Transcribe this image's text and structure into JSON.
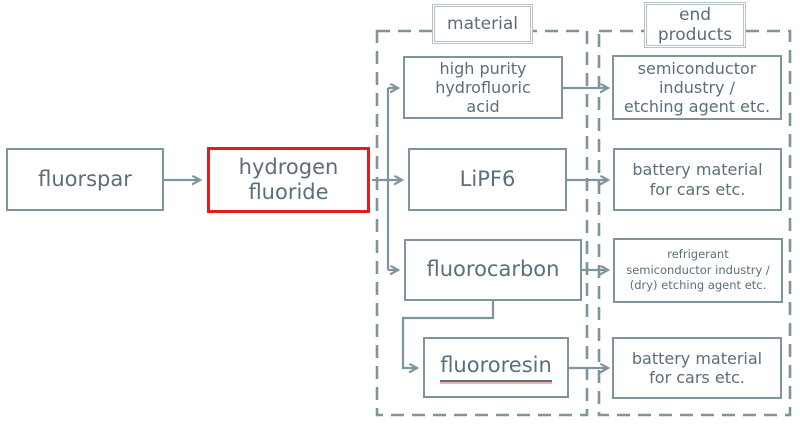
{
  "diagram": {
    "description": "fluorine supply chain flow diagram",
    "colors": {
      "stroke": "#7e959d",
      "text": "#5a6f7a",
      "highlight_border": "#e51c1c",
      "group_label_border": "#b7c3c6",
      "background": "#ffffff"
    },
    "groups": {
      "material": {
        "label": "material"
      },
      "end_products": {
        "lines": [
          "end",
          "products"
        ]
      }
    },
    "nodes": {
      "fluorspar": {
        "label": "fluorspar"
      },
      "hydrogen_fluoride": {
        "lines": [
          "hydrogen",
          "fluoride"
        ],
        "highlighted": true
      },
      "hp_hf_acid": {
        "lines": [
          "high purity",
          "hydrofluoric",
          "acid"
        ]
      },
      "lipf6": {
        "label": "LiPF6"
      },
      "fluorocarbon": {
        "label": "fluorocarbon"
      },
      "fluororesin": {
        "label": "fluororesin",
        "underlined": true
      },
      "ep_semiconductor": {
        "lines": [
          "semiconductor",
          "industry /",
          "etching agent etc."
        ]
      },
      "ep_battery_1": {
        "lines": [
          "battery material",
          "for cars etc."
        ]
      },
      "ep_refrigerant": {
        "lines": [
          "refrigerant",
          "semiconductor industry /",
          "(dry) etching agent etc."
        ]
      },
      "ep_battery_2": {
        "lines": [
          "battery material",
          "for cars etc."
        ]
      }
    },
    "edges": [
      {
        "from": "fluorspar",
        "to": "hydrogen_fluoride"
      },
      {
        "from": "hydrogen_fluoride",
        "to": "hp_hf_acid"
      },
      {
        "from": "hydrogen_fluoride",
        "to": "lipf6"
      },
      {
        "from": "hydrogen_fluoride",
        "to": "fluorocarbon"
      },
      {
        "from": "fluorocarbon",
        "to": "fluororesin"
      },
      {
        "from": "hp_hf_acid",
        "to": "ep_semiconductor"
      },
      {
        "from": "lipf6",
        "to": "ep_battery_1"
      },
      {
        "from": "fluorocarbon",
        "to": "ep_refrigerant"
      },
      {
        "from": "fluororesin",
        "to": "ep_battery_2"
      }
    ]
  }
}
